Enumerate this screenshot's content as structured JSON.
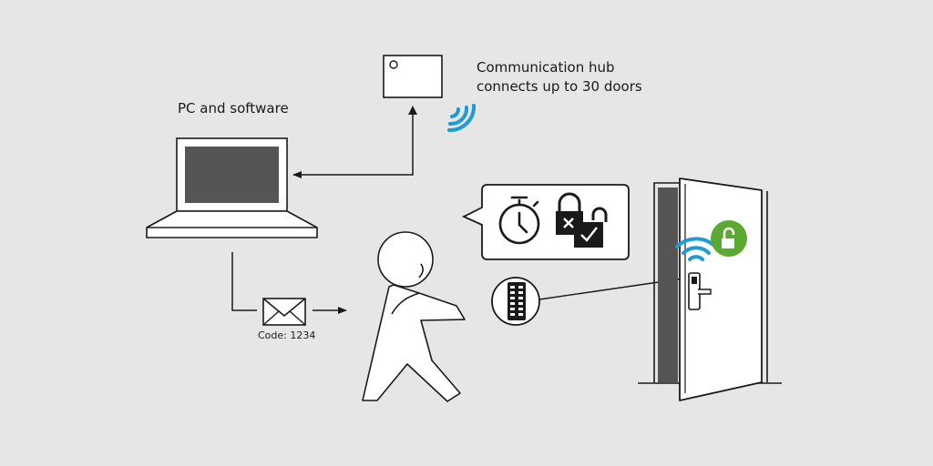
{
  "labels": {
    "pc": "PC and software",
    "hub_line1": "Communication hub",
    "hub_line2": "connects up to 30 doors",
    "code": "Code: 1234"
  },
  "colors": {
    "background": "#e6e6e6",
    "line": "#1a1a1a",
    "wireless": "#1e9ad6",
    "unlock_badge": "#5aaa32",
    "screen": "#555555"
  },
  "icons": {
    "hub": "communication-hub-icon",
    "laptop": "laptop-icon",
    "envelope": "envelope-icon",
    "person": "walking-person-icon",
    "stopwatch": "stopwatch-icon",
    "locks": "lock-status-icon",
    "keypad": "keypad-icon",
    "door": "door-icon",
    "unlock": "unlocked-padlock-icon",
    "wifi": "wifi-signal-icon"
  }
}
